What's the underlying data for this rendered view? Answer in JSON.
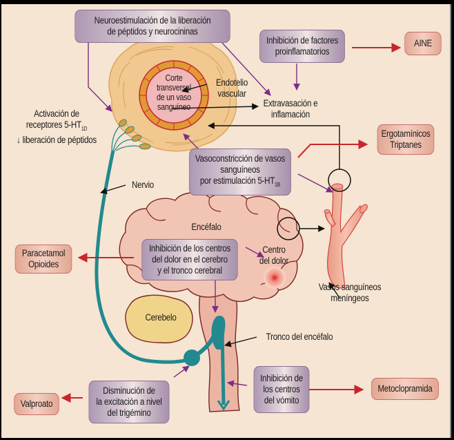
{
  "diagram": {
    "mechanisms": {
      "neuro": [
        "Neuroestimulación de la liberación",
        "de péptidos y neurocininas"
      ],
      "factores": [
        "Inhibición de factores",
        "proinflamatorios"
      ],
      "vasocon": [
        "Vasoconstricción de vasos",
        "sanguíneos",
        "por estimulación 5-HT",
        "1B"
      ],
      "dolor": [
        "Inhibición de los centros",
        "del dolor en el cerebro",
        "y el tronco cerebral"
      ],
      "trigemino": [
        "Disminución de",
        "la excitación a nivel",
        "del trigémino"
      ],
      "vomito": [
        "Inhibición de",
        "los centros",
        "del vómito"
      ]
    },
    "drugs": {
      "aine": "AINE",
      "ergot": [
        "Ergotamínicos",
        "Triptanes"
      ],
      "paracet": [
        "Paracetamol",
        "Opioides"
      ],
      "valpro": "Valproato",
      "metoclo": "Metoclopramida"
    },
    "labels": {
      "corte": [
        "Corte",
        "transversal",
        "de un vaso",
        "sanguíneo"
      ],
      "endotelio": [
        "Endotelio",
        "vascular"
      ],
      "extrav": [
        "Extravasación e",
        "inflamación"
      ],
      "activacion": [
        "Activación de",
        "receptores 5-HT",
        "1D",
        "↓ liberación de péptidos"
      ],
      "nervio": "Nervio",
      "encefalo": "Encéfalo",
      "centro_dolor": [
        "Centro",
        "del dolor"
      ],
      "vasos": [
        "Vasos sanguíneos",
        "meníngeos"
      ],
      "cerebelo": "Cerebelo",
      "tronco": "Tronco del encéfalo"
    },
    "colors": {
      "background": "#f5e5d2",
      "mechanism_box": "#b9a5bf",
      "drug_box": "#eab8a6",
      "mechanism_arrow": "#7b2d86",
      "drug_arrow": "#c8262c",
      "nerve": "#22898f",
      "brain": "#f2c4b4",
      "brain_outline": "#7a2525",
      "cerebellum": "#f0d48a",
      "vessel_wall": "#f0c890",
      "endothelium": "#e09a35"
    }
  }
}
